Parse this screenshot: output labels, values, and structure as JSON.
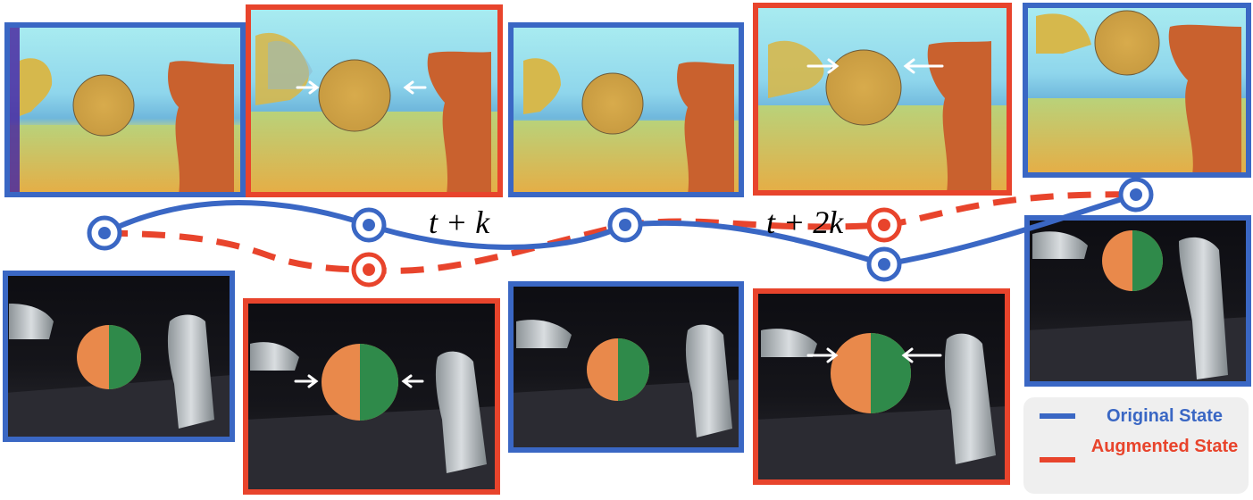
{
  "colors": {
    "original": "#3a67c4",
    "augmented": "#e8442c",
    "legend_bg": "#efefef"
  },
  "labels": {
    "t_plus_k": "t + k",
    "t_plus_2k": "t + 2k"
  },
  "legend": {
    "original_label": "Original State",
    "augmented_label": "Augmented State"
  },
  "panels": {
    "depth": [
      {
        "state": "original",
        "arrows": false
      },
      {
        "state": "augmented",
        "arrows": true
      },
      {
        "state": "original",
        "arrows": false
      },
      {
        "state": "augmented",
        "arrows": true
      },
      {
        "state": "original",
        "arrows": false
      }
    ],
    "rgb": [
      {
        "state": "original",
        "arrows": false
      },
      {
        "state": "augmented",
        "arrows": true
      },
      {
        "state": "original",
        "arrows": false
      },
      {
        "state": "augmented",
        "arrows": true
      },
      {
        "state": "original",
        "arrows": false
      }
    ]
  }
}
